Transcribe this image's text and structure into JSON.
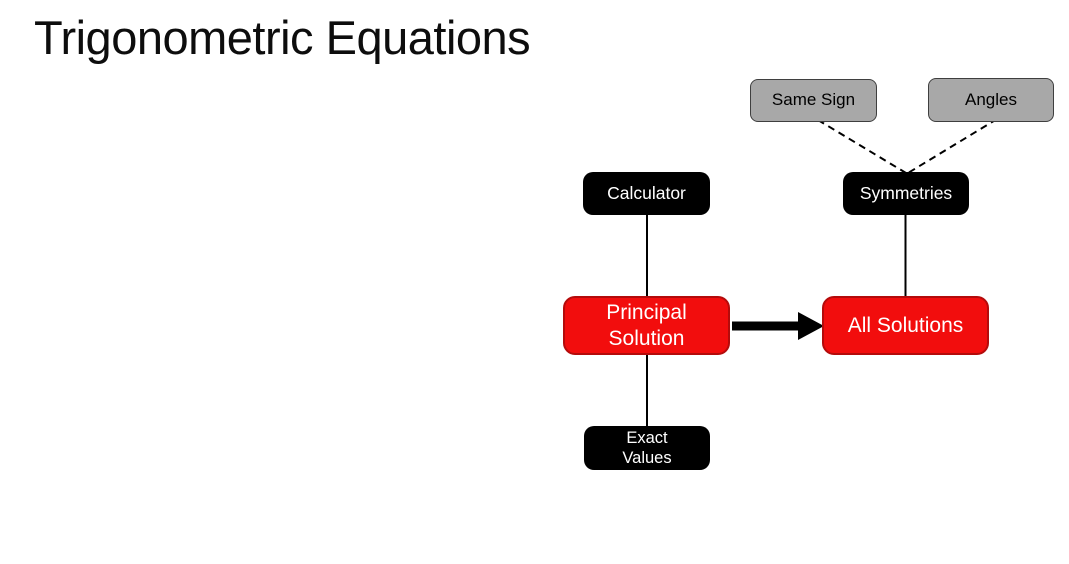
{
  "title": "Trigonometric Equations",
  "colors": {
    "red_fill": "#f20d0d",
    "red_border": "#b40b0b",
    "black_fill": "#000000",
    "gray_fill": "#a8a8a8",
    "gray_border": "#3f3f3f",
    "line": "#000000",
    "text_light": "#ffffff",
    "text_dark": "#000000",
    "title": "#0d0d0d"
  },
  "diagram": {
    "nodes": {
      "same_sign": {
        "label": "Same Sign"
      },
      "angles": {
        "label": "Angles"
      },
      "calculator": {
        "label": "Calculator"
      },
      "symmetries": {
        "label": "Symmetries"
      },
      "principal_solution": {
        "line1": "Principal",
        "line2": "Solution"
      },
      "all_solutions": {
        "label": "All Solutions"
      },
      "exact_values": {
        "line1": "Exact",
        "line2": "Values"
      }
    },
    "edges": [
      {
        "from": "same_sign",
        "to": "symmetries",
        "style": "dashed"
      },
      {
        "from": "angles",
        "to": "symmetries",
        "style": "dashed"
      },
      {
        "from": "calculator",
        "to": "principal_solution",
        "style": "solid"
      },
      {
        "from": "symmetries",
        "to": "all_solutions",
        "style": "solid"
      },
      {
        "from": "principal_solution",
        "to": "exact_values",
        "style": "solid"
      },
      {
        "from": "principal_solution",
        "to": "all_solutions",
        "style": "thick-arrow"
      }
    ]
  }
}
